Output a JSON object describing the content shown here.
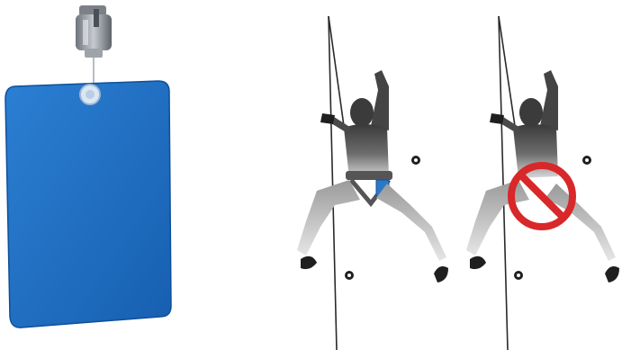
{
  "figures": [
    {
      "name": "clip-with-blue-card",
      "card_color": "#1f6fc4",
      "clip_color": "#8a8f99"
    },
    {
      "name": "climber-with-card-on-harness",
      "card_color": "#2a78c8"
    },
    {
      "name": "climber-without-harness",
      "prohibition_color": "#d8282a"
    }
  ],
  "colors": {
    "rope": "#2a2a2a",
    "climber_dark": "#3d3d3d",
    "climber_light": "#cfcfcf",
    "hold": "#1f1f1f"
  }
}
